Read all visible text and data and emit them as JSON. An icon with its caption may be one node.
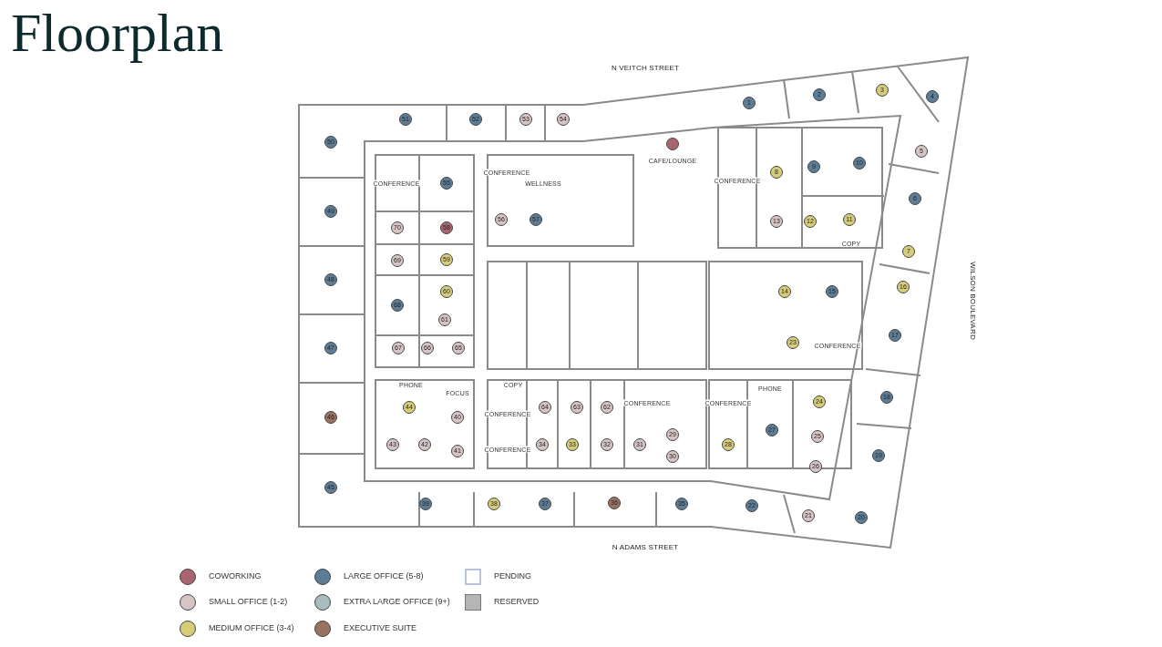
{
  "diagram": {
    "title": "Floorplan",
    "nodes": [
      {
        "text": [
          "1"
        ]
      },
      {
        "text": [
          "2"
        ]
      },
      {
        "text": [
          "3"
        ]
      },
      {
        "text": [
          "4"
        ]
      },
      {
        "text": [
          "5"
        ]
      },
      {
        "text": [
          "6"
        ]
      },
      {
        "text": [
          "7"
        ]
      },
      {
        "text": [
          "8"
        ]
      },
      {
        "text": [
          "9"
        ]
      },
      {
        "text": [
          "10"
        ]
      },
      {
        "text": [
          "11"
        ]
      },
      {
        "text": [
          "12"
        ]
      },
      {
        "text": [
          "13"
        ]
      },
      {
        "text": [
          "14"
        ]
      },
      {
        "text": [
          "15"
        ]
      },
      {
        "text": [
          "16"
        ]
      },
      {
        "text": [
          "17"
        ]
      },
      {
        "text": [
          "18"
        ]
      },
      {
        "text": [
          "19"
        ]
      },
      {
        "text": [
          "20"
        ]
      },
      {
        "text": [
          "21"
        ]
      },
      {
        "text": [
          "22"
        ]
      },
      {
        "text": [
          "23"
        ]
      },
      {
        "text": [
          "24"
        ]
      },
      {
        "text": [
          "25"
        ]
      },
      {
        "text": [
          "26"
        ]
      },
      {
        "text": [
          "27"
        ]
      },
      {
        "text": [
          "28"
        ]
      },
      {
        "text": [
          "29"
        ]
      },
      {
        "text": [
          "30"
        ]
      },
      {
        "text": [
          "31"
        ]
      },
      {
        "text": [
          "32"
        ]
      },
      {
        "text": [
          "33"
        ]
      },
      {
        "text": [
          "34"
        ]
      },
      {
        "text": [
          "35"
        ]
      },
      {
        "text": [
          "36"
        ]
      },
      {
        "text": [
          "37"
        ]
      },
      {
        "text": [
          "38"
        ]
      },
      {
        "text": [
          "39"
        ]
      },
      {
        "text": [
          "40"
        ]
      },
      {
        "text": [
          "41"
        ]
      },
      {
        "text": [
          "42"
        ]
      },
      {
        "text": [
          "43"
        ]
      },
      {
        "text": [
          "44"
        ]
      },
      {
        "text": [
          "45"
        ]
      },
      {
        "text": [
          "46"
        ]
      },
      {
        "text": [
          "47"
        ]
      },
      {
        "text": [
          "48"
        ]
      },
      {
        "text": [
          "49"
        ]
      },
      {
        "text": [
          "50"
        ]
      },
      {
        "text": [
          "51"
        ]
      },
      {
        "text": [
          "52"
        ]
      },
      {
        "text": [
          "53"
        ]
      },
      {
        "text": [
          "54"
        ]
      },
      {
        "text": [
          "55"
        ]
      },
      {
        "text": [
          "56"
        ]
      },
      {
        "text": [
          "57"
        ]
      },
      {
        "text": [
          "58"
        ]
      },
      {
        "text": [
          "59"
        ]
      },
      {
        "text": [
          "60"
        ]
      },
      {
        "text": [
          "61"
        ]
      },
      {
        "text": [
          "62"
        ]
      },
      {
        "text": [
          "63"
        ]
      },
      {
        "text": [
          "64"
        ]
      },
      {
        "text": [
          "65"
        ]
      },
      {
        "text": [
          "66"
        ]
      },
      {
        "text": [
          "67"
        ]
      },
      {
        "text": [
          "68"
        ]
      },
      {
        "text": [
          "69"
        ]
      },
      {
        "text": [
          "70"
        ]
      },
      {
        "text": [],
        "shape": "circle",
        "beside": [
          "CAFE/LOUNGE"
        ]
      }
    ],
    "labels": [
      "N VEITCH STREET",
      "CONFERENCE",
      "CONFERENCE",
      "CONFERENCE",
      "WELLNESS",
      "COPY",
      "WILSON BOULEVARD",
      "CONFERENCE",
      "PHONE",
      "COPY",
      "PHONE",
      "FOCUS",
      "CONFERENCE",
      "CONFERENCE",
      "CONFERENCE",
      "CONFERENCE",
      "N ADAMS STREET"
    ],
    "legend": [
      {
        "text": "COWORKING",
        "color": "#a9646f"
      },
      {
        "text": "LARGE OFFICE (5-8)",
        "color": "#5d7d96"
      },
      {
        "text": "PENDING"
      },
      {
        "text": "SMALL OFFICE (1-2)",
        "color": "#d7c4c4"
      },
      {
        "text": "EXTRA LARGE OFFICE (9+)",
        "color": "#a9bcc0"
      },
      {
        "text": "RESERVED",
        "color": "#b5b5b5"
      },
      {
        "text": "MEDIUM OFFICE (3-4)",
        "color": "#d6cd7a"
      },
      {
        "text": "EXECUTIVE SUITE",
        "color": "#9a7261"
      }
    ]
  }
}
